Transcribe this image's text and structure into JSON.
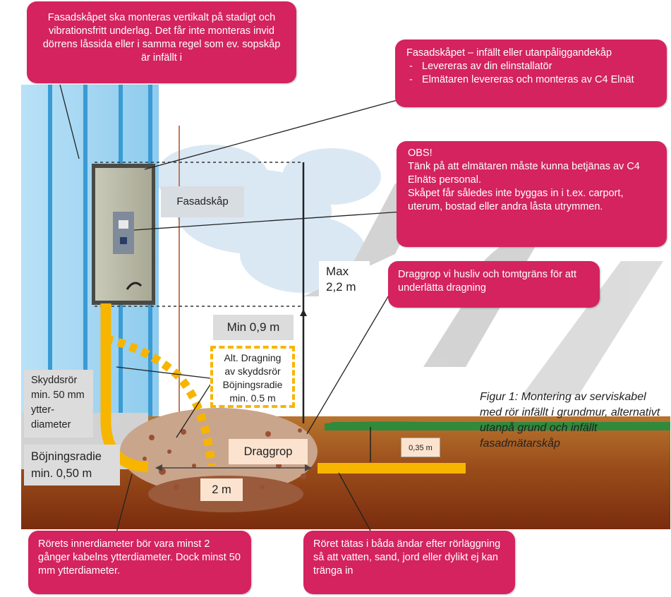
{
  "callouts": {
    "top_left": "Fasadskåpet ska monteras vertikalt på stadigt och vibrationsfritt underlag. Det får inte monteras invid dörrens låssida eller i samma regel som ev. sopskåp är infällt i",
    "top_right": {
      "heading": "Fasadskåpet – infällt eller utanpåliggandekåp",
      "items": [
        "Levereras av din elinstallatör",
        "Elmätaren levereras och monteras av C4 Elnät"
      ]
    },
    "obs": {
      "title": "OBS!",
      "line1": "Tänk på att elmätaren måste kunna betjänas av C4 Elnäts personal.",
      "line2": "Skåpet får således inte byggas in i t.ex. carport, uterum, bostad eller andra låsta utrymmen."
    },
    "draggrop_note": "Draggrop vi husliv och tomtgräns för att underlätta dragning",
    "bottom_left": "Rörets innerdiameter bör vara minst 2 gånger kabelns ytterdiameter. Dock minst 50 mm ytterdiameter.",
    "bottom_right": "Röret tätas i båda ändar efter rörläggning så att vatten, sand, jord eller dylikt ej kan tränga in"
  },
  "labels": {
    "fasadskap": "Fasadskåp",
    "max_line1": "Max",
    "max_line2": "2,2 m",
    "min": "Min 0,9 m",
    "alt_dragning": [
      "Alt. Dragning",
      "av skyddsrör",
      "Böjningsradie",
      "min. 0.5 m"
    ],
    "skyddsror": [
      "Skyddsrör",
      "min. 50 mm",
      "ytter-",
      "diameter"
    ],
    "draggrop": "Draggrop",
    "depth": "0,35 m",
    "bojningsradie": [
      "Böjningsradie",
      "min. 0,50 m"
    ],
    "distance": "2 m"
  },
  "caption": "Figur 1: Montering av serviskabel med rör infällt i grundmur, alternativt utanpå grund och infällt fasadmätarskåp",
  "colors": {
    "callout": "#d4235f",
    "pipe": "#f7b500",
    "wall": "#9fd1f0",
    "soil": "#8b3a12",
    "grass": "#2f8a3c"
  }
}
